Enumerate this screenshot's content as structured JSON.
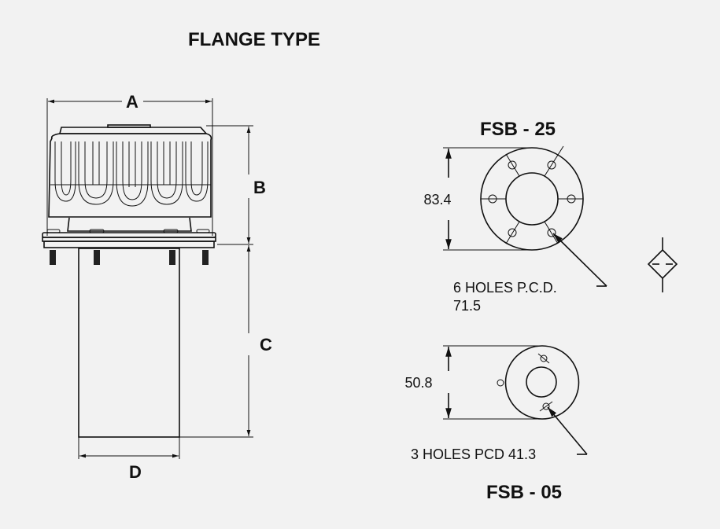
{
  "title": "FLANGE TYPE",
  "dimensions": {
    "a": "A",
    "b": "B",
    "c": "C",
    "d": "D"
  },
  "fsb25": {
    "label": "FSB - 25",
    "height": "83.4",
    "holes_line1": "6 HOLES P.C.D.",
    "holes_line2": "71.5"
  },
  "fsb05": {
    "label": "FSB - 05",
    "height": "50.8",
    "holes": "3 HOLES PCD 41.3"
  },
  "colors": {
    "background": "#f2f2f2",
    "line": "#111111"
  }
}
